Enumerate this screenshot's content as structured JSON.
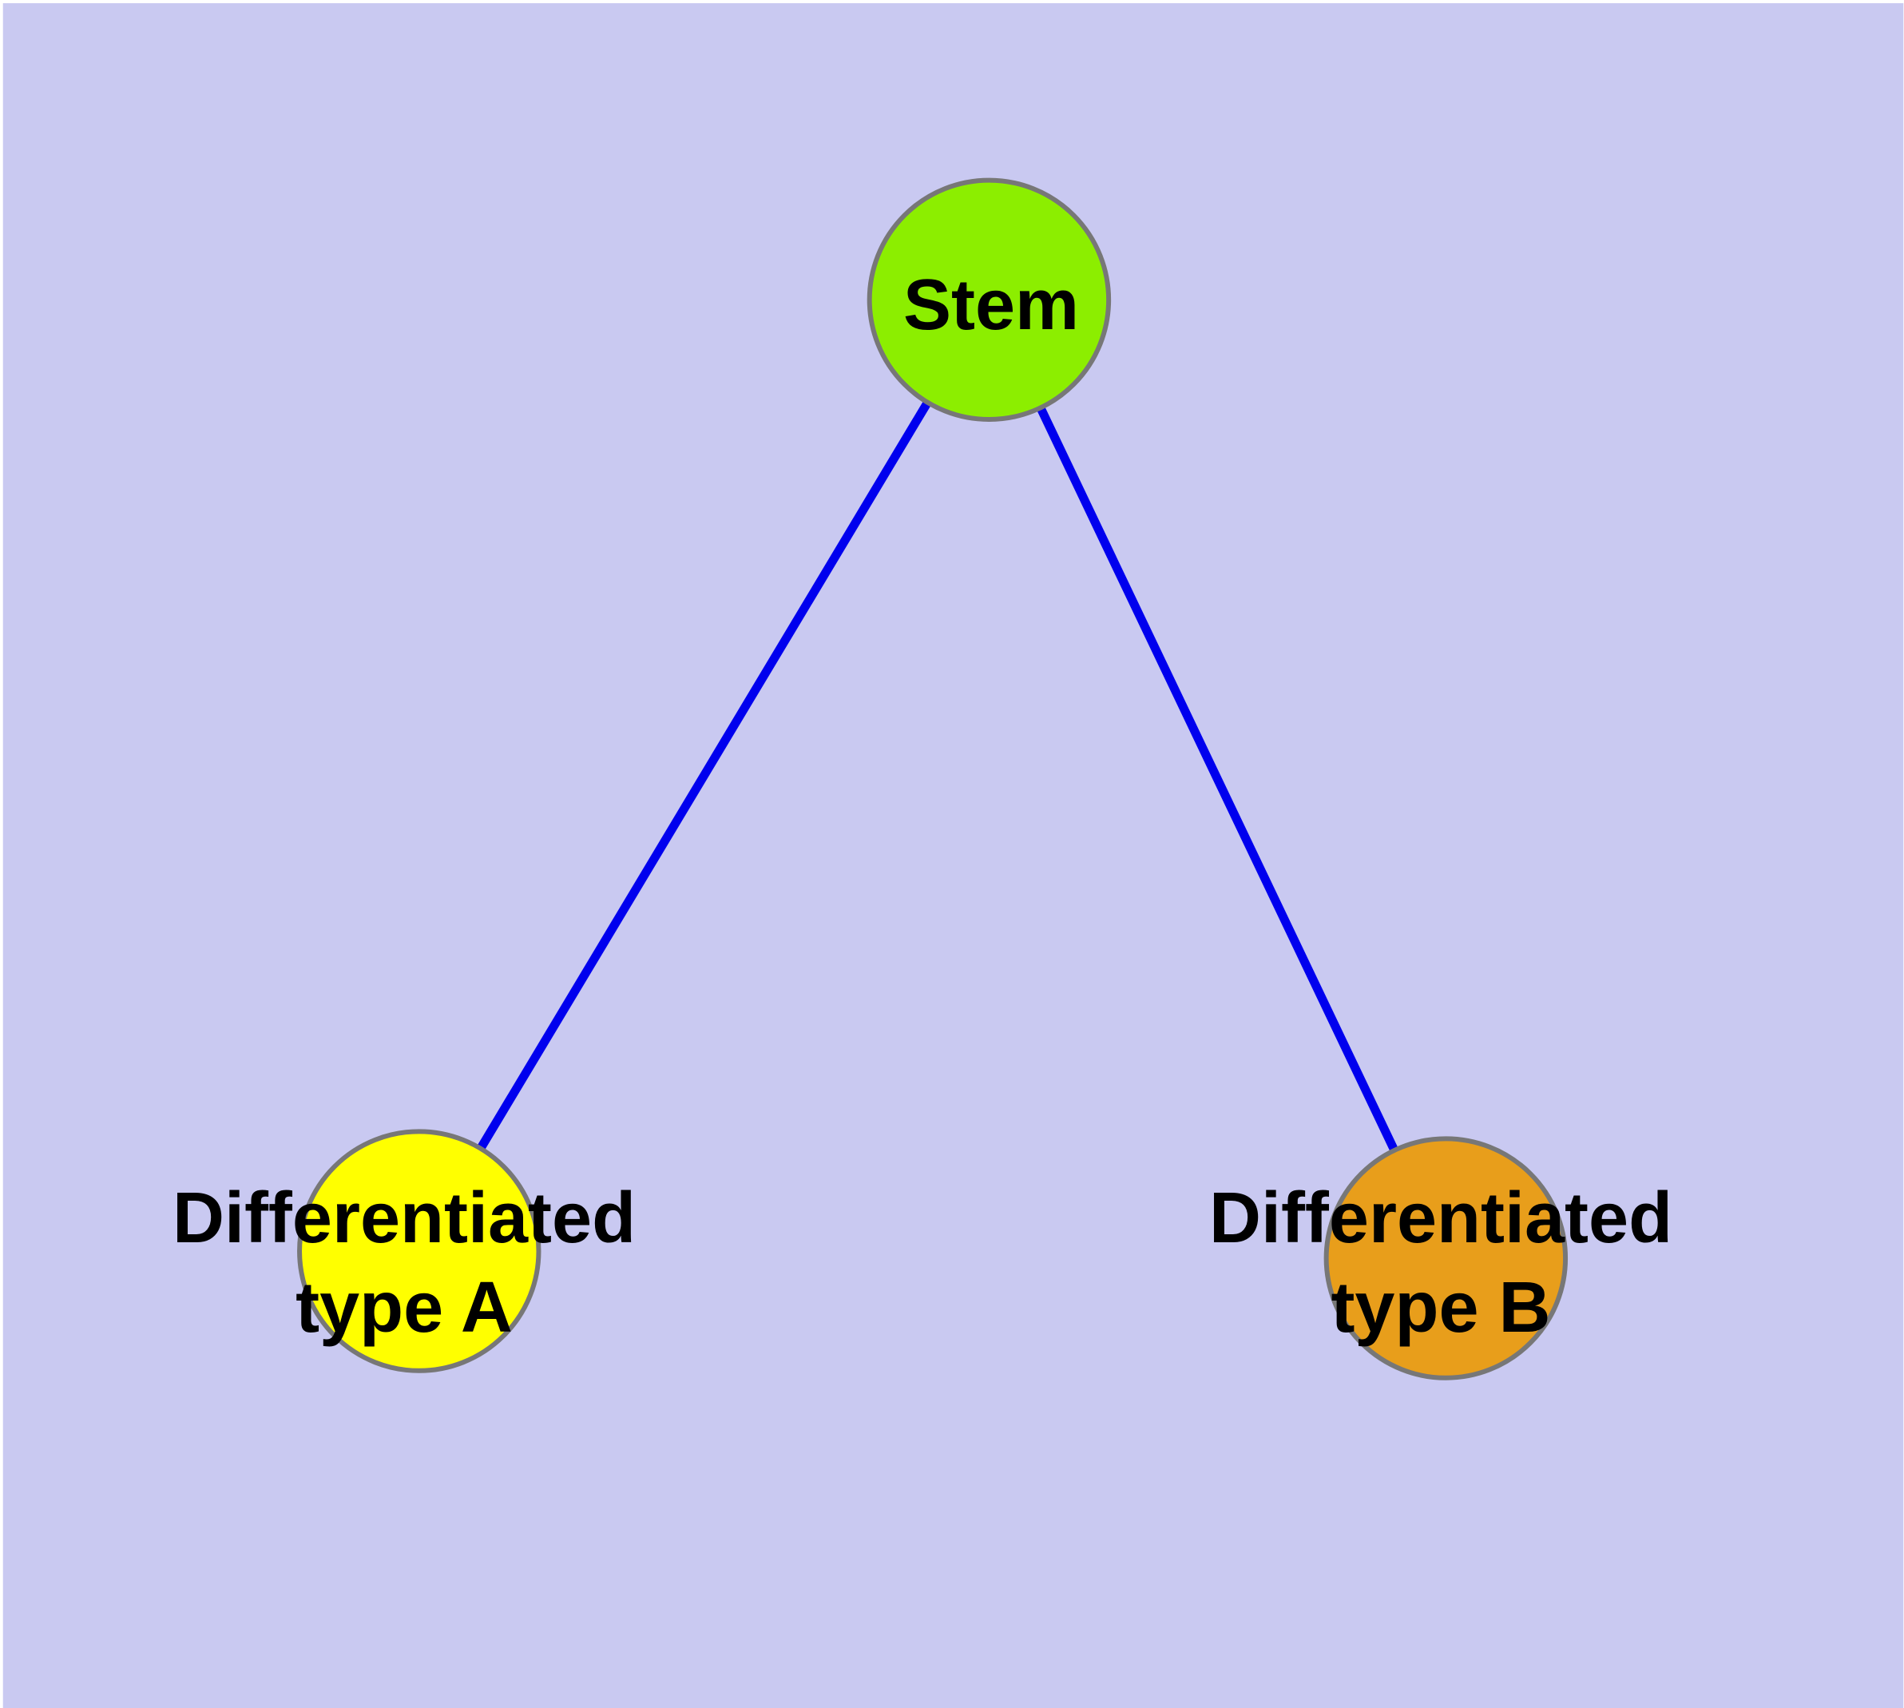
{
  "diagram": {
    "type": "graph",
    "description": "Stem cell differentiation diagram with one parent node and two differentiated child nodes",
    "background_color": "#C9C9F1",
    "edge_color": "#0000EE",
    "node_border_color": "#777777",
    "label_color": "#000000",
    "nodes": [
      {
        "id": "stem",
        "label": "Stem",
        "fill": "#8CEE00"
      },
      {
        "id": "type-a",
        "label": "Differentiated\ntype A",
        "fill": "#FFFF00"
      },
      {
        "id": "type-b",
        "label": "Differentiated\ntype B",
        "fill": "#E89E1B"
      }
    ],
    "edges": [
      {
        "from": "Stem",
        "to": "Differentiated type A"
      },
      {
        "from": "Stem",
        "to": "Differentiated type B"
      }
    ]
  }
}
